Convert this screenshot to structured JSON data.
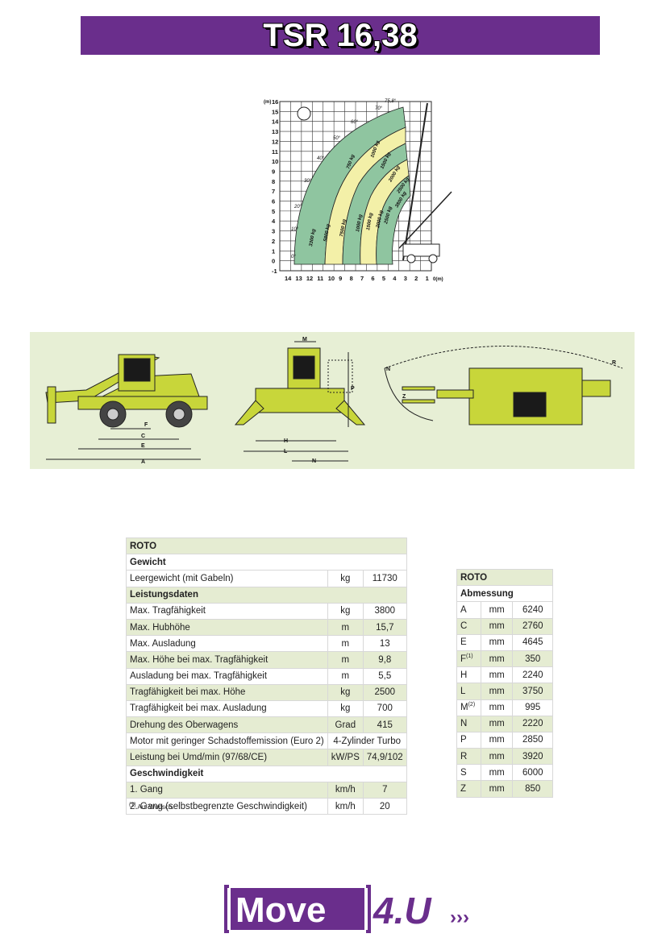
{
  "header": {
    "title": "TSR 16,38"
  },
  "load_chart": {
    "y_unit": "(m)",
    "x_unit": "0(m)",
    "y_ticks": [
      "16",
      "15",
      "14",
      "13",
      "12",
      "11",
      "10",
      "9",
      "8",
      "7",
      "6",
      "5",
      "4",
      "3",
      "2",
      "1",
      "0",
      "-1"
    ],
    "x_ticks": [
      "14",
      "13",
      "12",
      "11",
      "10",
      "9",
      "8",
      "7",
      "6",
      "5",
      "4",
      "3",
      "2",
      "1"
    ],
    "angle_labels": [
      "70°",
      "60°",
      "50°",
      "40°",
      "30°",
      "20°",
      "10°",
      "0°",
      "75,8°"
    ],
    "load_labels": [
      "3300 kg",
      "5800 kg",
      "7500 kg",
      "1000 kg",
      "1500 kg",
      "2000 kg",
      "2500 kg",
      "3800 kg",
      "750 kg",
      "1000 kg",
      "1500 kg",
      "2000 kg",
      "2500 kg"
    ]
  },
  "dimensions": {
    "side_labels": [
      "F",
      "C",
      "E",
      "A"
    ],
    "front_labels": [
      "M",
      "H",
      "L",
      "N",
      "P"
    ],
    "top_labels": [
      "N",
      "R",
      "Z"
    ]
  },
  "left_table": {
    "heading": "ROTO",
    "section_weight": "Gewicht",
    "rows_weight": [
      {
        "label": "Leergewicht (mit Gabeln)",
        "unit": "kg",
        "value": "11730"
      }
    ],
    "section_perf": "Leistungsdaten",
    "rows_perf": [
      {
        "label": "Max. Tragfähigkeit",
        "unit": "kg",
        "value": "3800"
      },
      {
        "label": "Max. Hubhöhe",
        "unit": "m",
        "value": "15,7"
      },
      {
        "label": "Max. Ausladung",
        "unit": "m",
        "value": "13"
      },
      {
        "label": "Max. Höhe bei max. Tragfähigkeit",
        "unit": "m",
        "value": "9,8"
      },
      {
        "label": "Ausladung bei max. Tragfähigkeit",
        "unit": "m",
        "value": "5,5"
      },
      {
        "label": "Tragfähigkeit bei max. Höhe",
        "unit": "kg",
        "value": "2500"
      },
      {
        "label": "Tragfähigkeit bei max. Ausladung",
        "unit": "kg",
        "value": "700"
      },
      {
        "label": "Drehung des Oberwagens",
        "unit": "Grad",
        "value": "415"
      }
    ],
    "motor_label": "Motor mit geringer Schadstoffemission (Euro 2)",
    "motor_value": "4-Zylinder Turbo",
    "power_label": "Leistung bei Umd/min (97/68/CE)",
    "power_unit": "kW/PS",
    "power_value": "74,9/102",
    "section_speed": "Geschwindigkeit",
    "rows_speed": [
      {
        "label": "1. Gang",
        "unit": "km/h",
        "value": "7"
      },
      {
        "label": "2. Gang (selbstbegrenzte Geschwindigkeit)",
        "unit": "km/h",
        "value": "20"
      }
    ]
  },
  "right_table": {
    "heading": "ROTO",
    "section": "Abmessung",
    "rows": [
      {
        "label": "A",
        "sup": "",
        "unit": "mm",
        "value": "6240"
      },
      {
        "label": "C",
        "sup": "",
        "unit": "mm",
        "value": "2760"
      },
      {
        "label": "E",
        "sup": "",
        "unit": "mm",
        "value": "4645"
      },
      {
        "label": "F",
        "sup": "(1)",
        "unit": "mm",
        "value": "350"
      },
      {
        "label": "H",
        "sup": "",
        "unit": "mm",
        "value": "2240"
      },
      {
        "label": "L",
        "sup": "",
        "unit": "mm",
        "value": "3750"
      },
      {
        "label": "M",
        "sup": "(2)",
        "unit": "mm",
        "value": "995"
      },
      {
        "label": "N",
        "sup": "",
        "unit": "mm",
        "value": "2220"
      },
      {
        "label": "P",
        "sup": "",
        "unit": "mm",
        "value": "2850"
      },
      {
        "label": "R",
        "sup": "",
        "unit": "mm",
        "value": "3920"
      },
      {
        "label": "S",
        "sup": "",
        "unit": "mm",
        "value": "6000"
      },
      {
        "label": "Z",
        "sup": "",
        "unit": "mm",
        "value": "850"
      }
    ]
  },
  "footnote": {
    "sup": "(1)",
    "text": " Auf Wunsch."
  },
  "logo": {
    "word1": "Move",
    "word2": "4.U",
    "arrows": "›››"
  },
  "colors": {
    "purple": "#6a2e8c",
    "band": "#e7efd5",
    "machine": "#c8d63a",
    "chart_green": "#8fc5a0",
    "chart_yellow": "#f3f0a8"
  }
}
